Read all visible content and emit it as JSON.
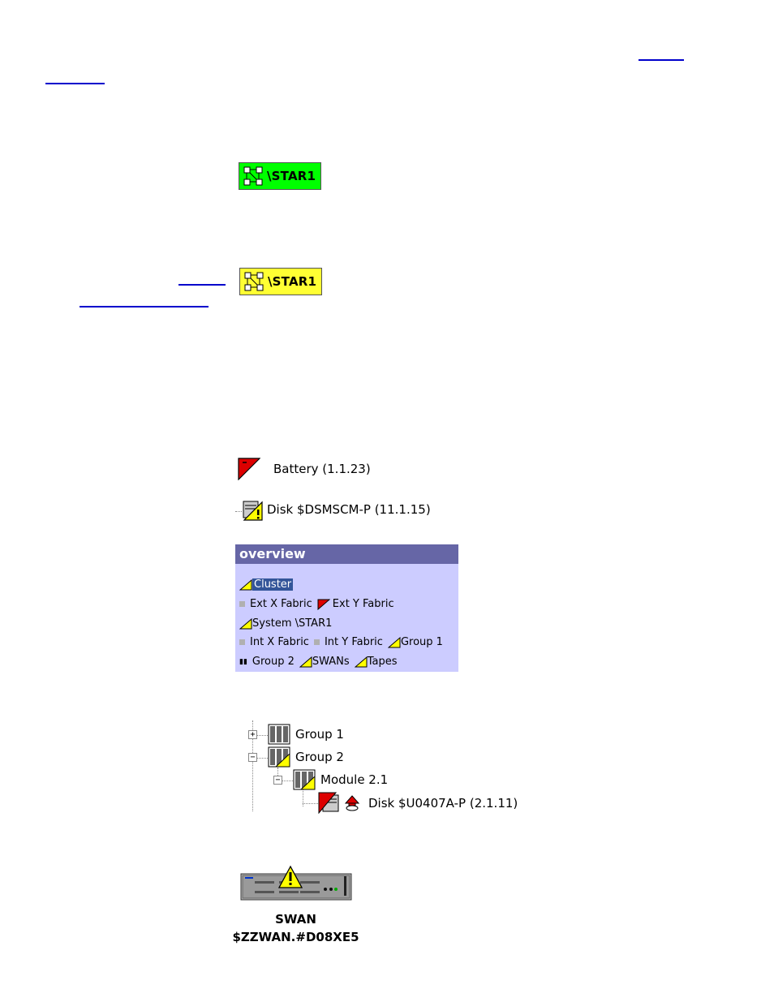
{
  "badges": [
    {
      "label": "\\STAR1",
      "color": "#00ff00"
    },
    {
      "label": "\\STAR1",
      "color": "#ffff33"
    }
  ],
  "samples": {
    "battery": "Battery (1.1.23)",
    "disk": "Disk $DSMSCM-P (11.1.15)"
  },
  "overview": {
    "title": "overview",
    "lines": [
      [
        "Cluster"
      ],
      [
        "Ext  X  Fabric",
        "Ext  Y  Fabric"
      ],
      [
        "System  \\STAR1"
      ],
      [
        "Int  X  Fabric",
        "Int  Y  Fabric",
        "Group  1"
      ],
      [
        "Group  2",
        "SWANs",
        "Tapes"
      ]
    ]
  },
  "tree": {
    "group1": "Group 1",
    "group2": "Group 2",
    "module": "Module 2.1",
    "disk": "Disk $U0407A-P (2.1.11)"
  },
  "swan": {
    "line1": "SWAN",
    "line2": "$ZZWAN.#D08XE5"
  },
  "colors": {
    "link": "#0000cc",
    "alarm_red": "#dd0000",
    "warn_yellow": "#ffff00",
    "overview_bg": "#ccccff",
    "overview_header": "#6666a6"
  }
}
